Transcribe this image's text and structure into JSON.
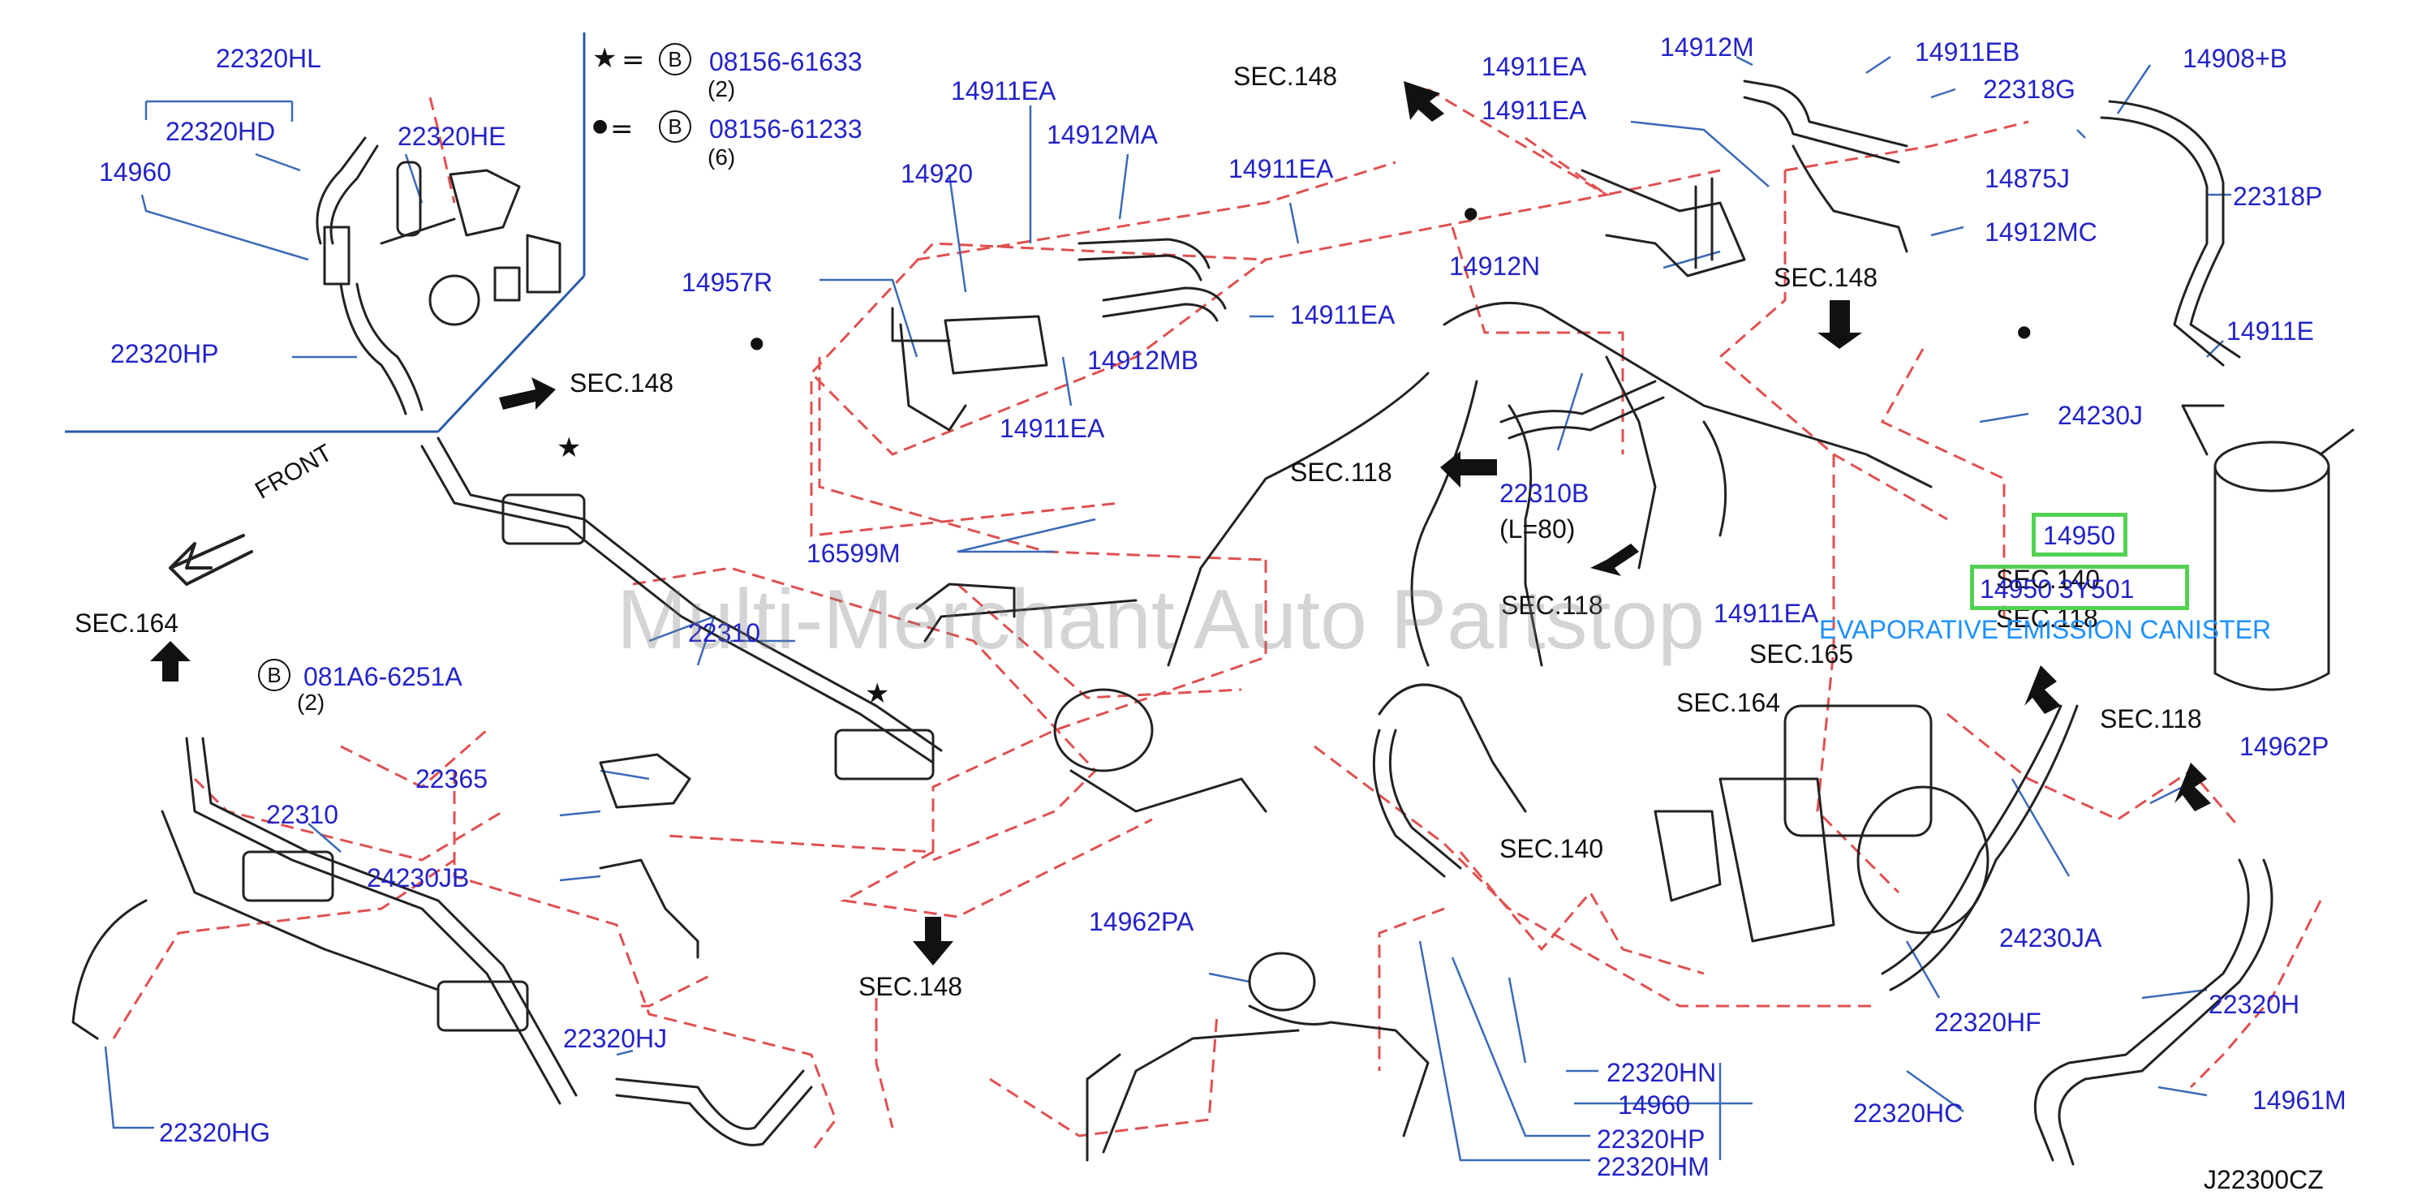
{
  "diagram": {
    "code": "J22300CZ",
    "watermark": "Multi-Merchant Auto Partstop",
    "front_label": "FRONT",
    "legend": {
      "star_symbol": "★",
      "dot_symbol": "●",
      "equals": "=",
      "bolt_badge": "B",
      "star_part": "08156-61633",
      "star_qty": "(2)",
      "dot_part": "08156-61233",
      "dot_qty": "(6)"
    },
    "bolt_note": {
      "badge": "B",
      "part": "081A6-6251A",
      "qty": "(2)"
    },
    "highlighted": {
      "canister_part": "14950",
      "canister_alt": "14950 3Y501",
      "canister_name": "EVAPORATIVE EMISSION CANISTER"
    },
    "colors": {
      "label": "#2323c8",
      "highlight": "#52d152",
      "leader": "#e05050",
      "line": "#222222"
    },
    "part_labels": [
      "22320HL",
      "22320HD",
      "22320HE",
      "14960",
      "22320HP",
      "14911EA",
      "14912MA",
      "14920",
      "14957R",
      "14911EA",
      "14912MB",
      "14911EA",
      "14911EA",
      "14911EA",
      "14912M",
      "14911EB",
      "22318G",
      "14908+B",
      "14911EA",
      "14875J",
      "22318P",
      "14912N",
      "14912MC",
      "14911E",
      "24230J",
      "22310B",
      "(L=80)",
      "16599M",
      "22310",
      "22365",
      "22310",
      "24230JB",
      "14911EA",
      "14962P",
      "24230JA",
      "22320H",
      "22320HF",
      "14962PA",
      "22320HJ",
      "22320HG",
      "22320HN",
      "14960",
      "22320HC",
      "22320HP",
      "22320HM",
      "14961M"
    ],
    "section_labels": [
      "SEC.148",
      "SEC.148",
      "SEC.148",
      "SEC.148",
      "SEC.118",
      "SEC.118",
      "SEC.140",
      "SEC.118",
      "SEC.165",
      "SEC.164",
      "SEC.118",
      "SEC.140",
      "SEC.164"
    ]
  }
}
